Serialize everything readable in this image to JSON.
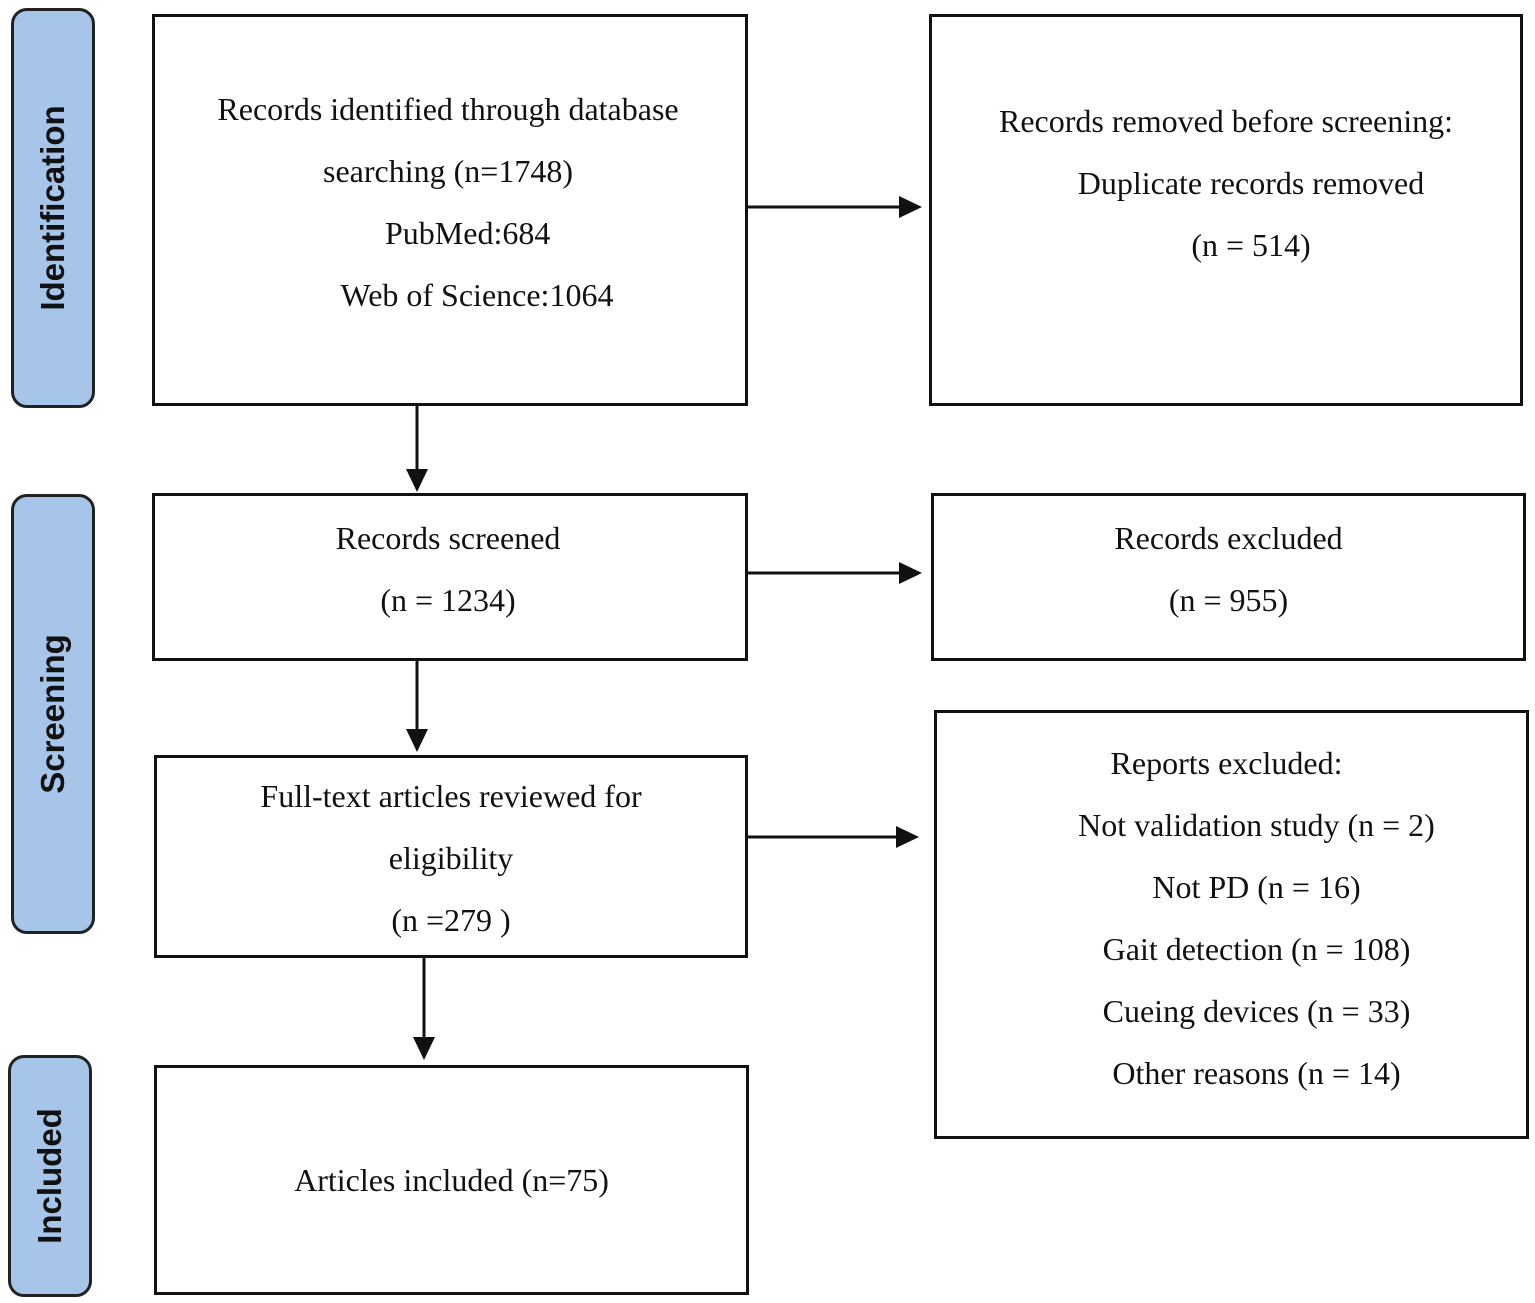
{
  "colors": {
    "phase_fill": "#a6c5e9",
    "border": "#111111",
    "background": "#ffffff"
  },
  "phases": {
    "identification": "Identification",
    "screening": "Screening",
    "included": "Included"
  },
  "boxes": {
    "records_identified": {
      "lines": [
        "Records identified through database",
        "searching (n=1748)",
        "PubMed:684",
        "Web of Science:1064"
      ]
    },
    "records_removed": {
      "lines": [
        "Records removed before screening:",
        "Duplicate records removed",
        "(n = 514)"
      ]
    },
    "records_screened": {
      "lines": [
        "Records screened",
        "(n = 1234)"
      ]
    },
    "records_excluded": {
      "lines": [
        "Records excluded",
        "(n = 955)"
      ]
    },
    "fulltext_reviewed": {
      "lines": [
        "Full-text articles reviewed for",
        "eligibility",
        "(n =279 )"
      ]
    },
    "reports_excluded": {
      "lines": [
        "Reports excluded:",
        "Not validation study (n = 2)",
        "Not PD (n = 16)",
        "Gait detection (n = 108)",
        "Cueing devices (n = 33)",
        "Other reasons (n = 14)"
      ]
    },
    "articles_included": {
      "lines": [
        "Articles included (n=75)"
      ]
    }
  }
}
